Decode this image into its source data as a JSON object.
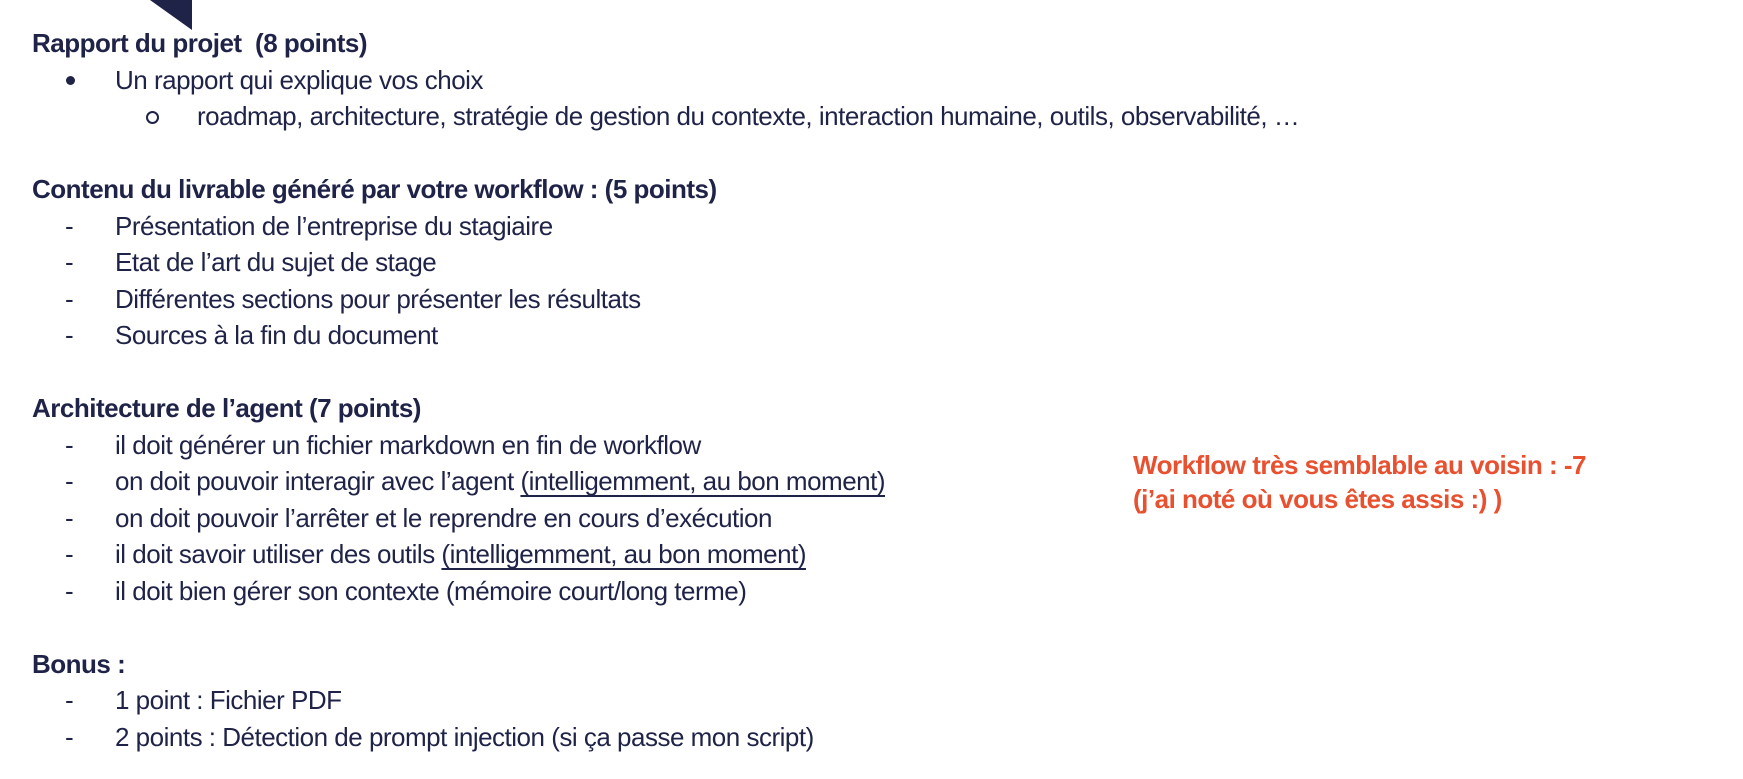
{
  "colors": {
    "text_navy": "#1f2347",
    "annotation_orange": "#e8502f",
    "background": "#ffffff"
  },
  "decoration": {
    "triangle_shape": "navy triangle clipped at top edge"
  },
  "document": {
    "sections": [
      {
        "heading": "Rapport du projet  (8 points)",
        "items": [
          {
            "level": 1,
            "marker": "bullet",
            "parts": [
              {
                "text": "Un rapport qui explique vos choix"
              }
            ]
          },
          {
            "level": 2,
            "marker": "circle",
            "parts": [
              {
                "text": "roadmap, architecture, stratégie de gestion du contexte, interaction humaine, outils, observabilité, …"
              }
            ]
          }
        ]
      },
      {
        "heading": "Contenu du livrable généré par votre workflow : (5 points)",
        "items": [
          {
            "level": 1,
            "marker": "dash",
            "parts": [
              {
                "text": "Présentation de l’entreprise du stagiaire"
              }
            ]
          },
          {
            "level": 1,
            "marker": "dash",
            "parts": [
              {
                "text": "Etat de l’art du sujet de stage"
              }
            ]
          },
          {
            "level": 1,
            "marker": "dash",
            "parts": [
              {
                "text": "Différentes sections pour présenter les résultats"
              }
            ]
          },
          {
            "level": 1,
            "marker": "dash",
            "parts": [
              {
                "text": "Sources à la fin du document"
              }
            ]
          }
        ]
      },
      {
        "heading": "Architecture de l’agent (7 points)",
        "items": [
          {
            "level": 1,
            "marker": "dash",
            "parts": [
              {
                "text": "il doit générer un fichier markdown en fin de workflow"
              }
            ]
          },
          {
            "level": 1,
            "marker": "dash",
            "parts": [
              {
                "text": "on doit pouvoir interagir avec l’agent "
              },
              {
                "text": "(intelligemment, au bon moment)",
                "underline": true
              }
            ]
          },
          {
            "level": 1,
            "marker": "dash",
            "parts": [
              {
                "text": "on doit pouvoir l’arrêter et le reprendre en cours d’exécution"
              }
            ]
          },
          {
            "level": 1,
            "marker": "dash",
            "parts": [
              {
                "text": "il doit savoir utiliser des outils "
              },
              {
                "text": "(intelligemment, au bon moment)",
                "underline": true
              }
            ]
          },
          {
            "level": 1,
            "marker": "dash",
            "parts": [
              {
                "text": "il doit bien gérer son contexte (mémoire court/long terme)"
              }
            ]
          }
        ]
      },
      {
        "heading": "Bonus :",
        "items": [
          {
            "level": 1,
            "marker": "dash",
            "parts": [
              {
                "text": "1 point : Fichier PDF"
              }
            ]
          },
          {
            "level": 1,
            "marker": "dash",
            "parts": [
              {
                "text": "2 points : Détection de prompt injection (si ça passe mon script)"
              }
            ]
          }
        ]
      }
    ]
  },
  "annotation": {
    "line1": "Workflow très semblable au voisin : -7",
    "line2": "(j’ai noté où vous êtes assis :) )"
  }
}
